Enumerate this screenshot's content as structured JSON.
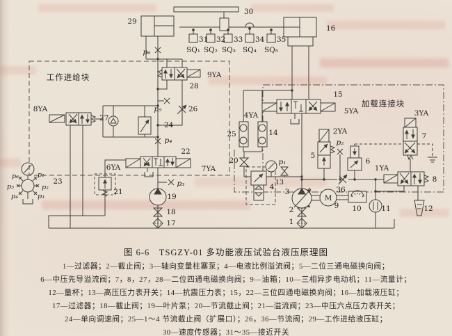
{
  "figure": {
    "caption": "图 6-6　TSGZY-01 多功能液压试验台液压原理图",
    "legend_lines": [
      "1—过滤器；2—截止阀；3—轴向变量柱塞泵；4—电液比例溢流阀；5—二位三通电磁换向阀；",
      "6—中压先导溢流阀；7，8，27，28—二位四通电磁换向阀；9—油箱；10—三相异步电动机；11—流量计；",
      "12—量杯；13—高压压力表开关；14—抗震压力表；15，22—三位四通电磁换向阀；16—加载液压缸；",
      "17—过滤器；18—截止阀；19—叶片泵；20—节流截止阀；21—溢流阀；23—中压六点压力表开关；",
      "24—单向调速阀；25—1～4 节流截止阀（扩展口）；26，36—节流阀；29—工作进给液压缸；",
      "30—速度传感器；31～35—接近开关"
    ]
  },
  "diagram": {
    "blocks": {
      "work_feed": "工作进给块",
      "loading": "加载连接块"
    },
    "comp": {
      "n1": "1",
      "n2": "2",
      "n3": "3",
      "n4": "4",
      "n5": "5",
      "n6": "6",
      "n7": "7",
      "n8": "8",
      "n9": "9",
      "n10": "10",
      "n11": "11",
      "n12": "12",
      "n13": "13",
      "n14": "14",
      "n15": "15",
      "n16": "16",
      "n17": "17",
      "n18": "18",
      "n19": "19",
      "n20": "20",
      "n21": "21",
      "n22": "22",
      "n23": "23",
      "n24": "24",
      "n25": "25",
      "n26": "26",
      "n27": "27",
      "n28": "28",
      "n29": "29",
      "n30": "30",
      "n36": "36"
    },
    "switches": {
      "n31": "31",
      "n32": "32",
      "n33": "33",
      "n34": "34",
      "n35": "35",
      "sq1": "SQ₁",
      "sq2": "SQ₂",
      "sq3": "SQ₃",
      "sq4": "SQ₄",
      "sq5": "SQ₅"
    },
    "solenoids": {
      "ya1": "1YA",
      "ya2": "2YA",
      "ya3": "3YA",
      "ya4": "4YA",
      "ya5": "5YA",
      "ya6": "6YA",
      "ya7": "7YA",
      "ya8": "8YA",
      "ya9": "9YA"
    },
    "pressure": {
      "p1": "p₁",
      "p2": "p₂",
      "p3": "p₃",
      "p4": "p₄",
      "p5": "p₅",
      "p6": "p₆"
    },
    "motor_label": "M"
  }
}
